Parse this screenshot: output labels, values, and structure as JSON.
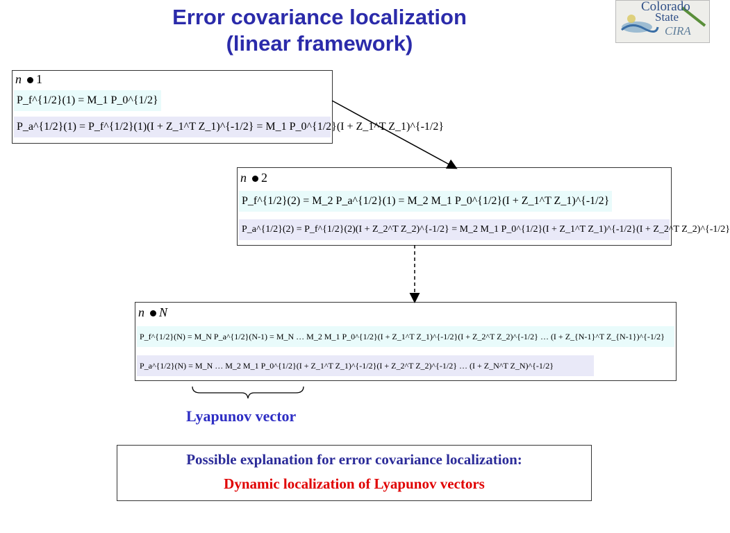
{
  "title": {
    "line1": "Error covariance localization",
    "line2": "(linear framework)"
  },
  "logo": {
    "line1": "Colorado",
    "line2": "State",
    "line3": "CIRA"
  },
  "stage1": {
    "step": "n",
    "index": "1",
    "eq_forecast": "P_f^{1/2}(1) = M_1 P_0^{1/2}",
    "eq_analysis": "P_a^{1/2}(1) = P_f^{1/2}(1)(I + Z_1^T Z_1)^{-1/2} = M_1 P_0^{1/2}(I + Z_1^T Z_1)^{-1/2}"
  },
  "stage2": {
    "step": "n",
    "index": "2",
    "eq_forecast": "P_f^{1/2}(2) = M_2 P_a^{1/2}(1) = M_2 M_1 P_0^{1/2}(I + Z_1^T Z_1)^{-1/2}",
    "eq_analysis": "P_a^{1/2}(2) = P_f^{1/2}(2)(I + Z_2^T Z_2)^{-1/2} = M_2 M_1 P_0^{1/2}(I + Z_1^T Z_1)^{-1/2}(I + Z_2^T Z_2)^{-1/2}"
  },
  "stageN": {
    "step": "n",
    "index": "N",
    "eq_forecast": "P_f^{1/2}(N) = M_N P_a^{1/2}(N-1) = M_N … M_2 M_1 P_0^{1/2}(I + Z_1^T Z_1)^{-1/2}(I + Z_2^T Z_2)^{-1/2} … (I + Z_{N-1}^T Z_{N-1})^{-1/2}",
    "eq_analysis": "P_a^{1/2}(N) = M_N … M_2 M_1 P_0^{1/2}(I + Z_1^T Z_1)^{-1/2}(I + Z_2^T Z_2)^{-1/2} … (I + Z_N^T Z_N)^{-1/2}"
  },
  "lyapunov_label": "Lyapunov vector",
  "explanation": {
    "line1": "Possible explanation for error covariance localization:",
    "line2": "Dynamic localization of Lyapunov vectors"
  },
  "colors": {
    "title": "#2b2baa",
    "label": "#2e2ec4",
    "highlight": "#e00000",
    "row_cyan": "#e9fbfb",
    "row_lavender": "#e9e9f8"
  }
}
